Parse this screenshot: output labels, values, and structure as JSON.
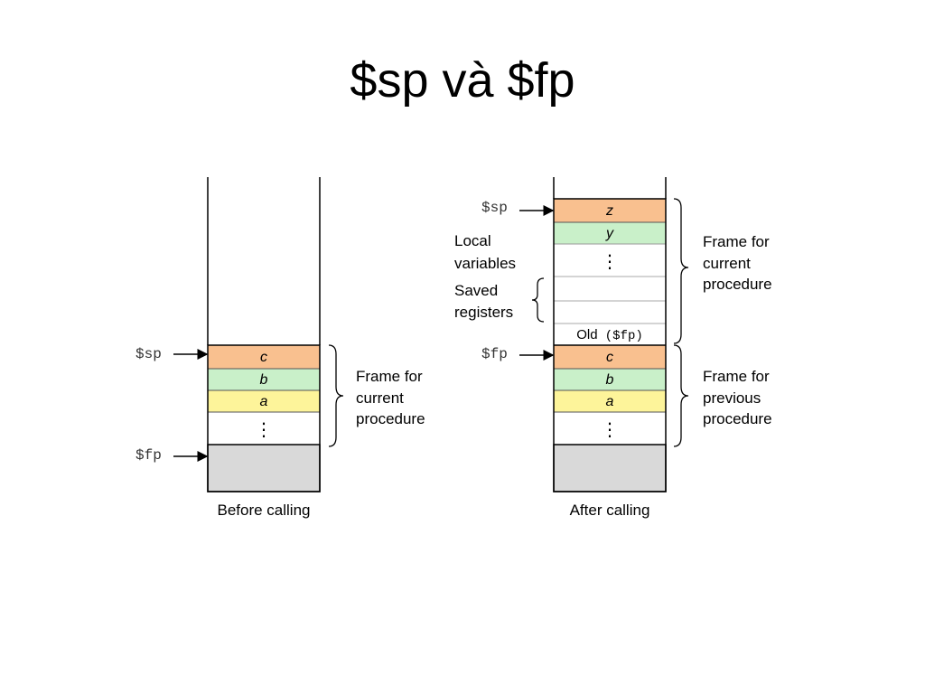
{
  "slide": {
    "title": "$sp và $fp"
  },
  "before": {
    "caption": "Before calling",
    "sp_label": "$sp",
    "fp_label": "$fp",
    "cells": [
      {
        "text": "c",
        "color": "#f9c08f"
      },
      {
        "text": "b",
        "color": "#c9f0c9"
      },
      {
        "text": "a",
        "color": "#fdf49a"
      },
      {
        "text": "⋮",
        "color": "#ffffff"
      }
    ],
    "caller_color": "#d9d9d9",
    "brace_label": [
      "Frame for",
      "current",
      "procedure"
    ]
  },
  "after": {
    "caption": "After calling",
    "sp_label": "$sp",
    "fp_label": "$fp",
    "cells_current": [
      {
        "text": "z",
        "color": "#f9c08f"
      },
      {
        "text": "y",
        "color": "#c9f0c9"
      },
      {
        "text": "⋮",
        "color": "#ffffff"
      },
      {
        "text": "",
        "color": "#ffffff"
      },
      {
        "text": "",
        "color": "#ffffff"
      },
      {
        "text": "Old",
        "mono": "($fp)",
        "color": "#ffffff"
      }
    ],
    "cells_previous": [
      {
        "text": "c",
        "color": "#f9c08f"
      },
      {
        "text": "b",
        "color": "#c9f0c9"
      },
      {
        "text": "a",
        "color": "#fdf49a"
      },
      {
        "text": "⋮",
        "color": "#ffffff"
      }
    ],
    "caller_color": "#d9d9d9",
    "local_label": [
      "Local",
      "variables"
    ],
    "saved_label": [
      "Saved",
      "registers"
    ],
    "current_frame_label": [
      "Frame for",
      "current",
      "procedure"
    ],
    "previous_frame_label": [
      "Frame for",
      "previous",
      "procedure"
    ]
  }
}
